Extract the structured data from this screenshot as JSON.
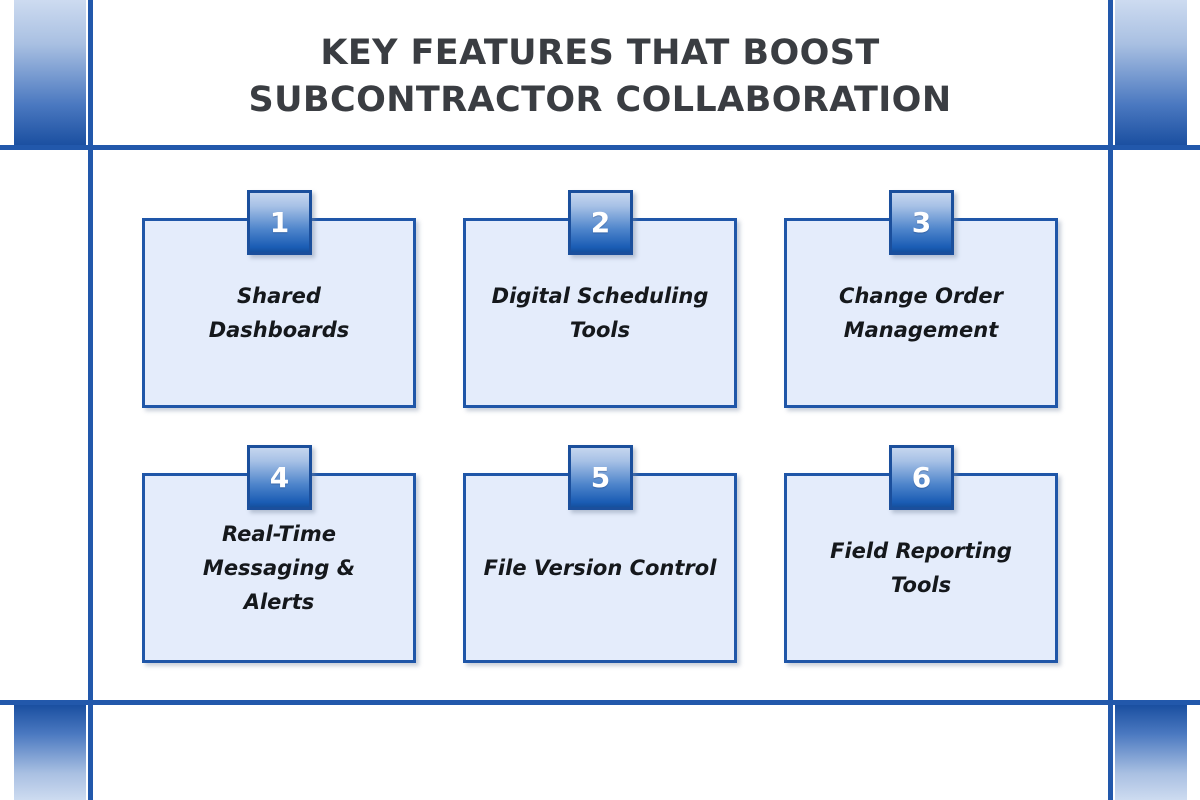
{
  "title": {
    "line1": "KEY FEATURES THAT BOOST",
    "line2": "SUBCONTRACTOR COLLABORATION"
  },
  "colors": {
    "accent_blue": "#2258ab",
    "card_border": "#1f56a8",
    "card_fill": "#e4ecfb",
    "badge_border": "#1b4f9c",
    "badge_gradient_top": "#c5d6ef",
    "badge_gradient_bottom": "#15509e",
    "title_text": "#3a3d42",
    "card_text": "#15181c",
    "background": "#ffffff"
  },
  "cards": [
    {
      "number": "1",
      "label": "Shared\nDashboards",
      "label_lines": [
        "Shared",
        "Dashboards"
      ]
    },
    {
      "number": "2",
      "label": "Digital Scheduling Tools",
      "label_lines": [
        "Digital Scheduling",
        "Tools"
      ]
    },
    {
      "number": "3",
      "label": "Change Order Management",
      "label_lines": [
        "Change Order",
        "Management"
      ]
    },
    {
      "number": "4",
      "label": "Real-Time Messaging & Alerts",
      "label_lines": [
        "Real-Time",
        "Messaging &",
        "Alerts"
      ]
    },
    {
      "number": "5",
      "label": "File Version Control",
      "label_lines": [
        "File Version Control"
      ]
    },
    {
      "number": "6",
      "label": "Field Reporting Tools",
      "label_lines": [
        "Field Reporting",
        "Tools"
      ]
    }
  ],
  "decor": {
    "corner_bars": [
      "top-left",
      "top-right",
      "bottom-left",
      "bottom-right"
    ],
    "rules": [
      "horizontal-top",
      "horizontal-bottom",
      "vertical-left",
      "vertical-right"
    ]
  }
}
